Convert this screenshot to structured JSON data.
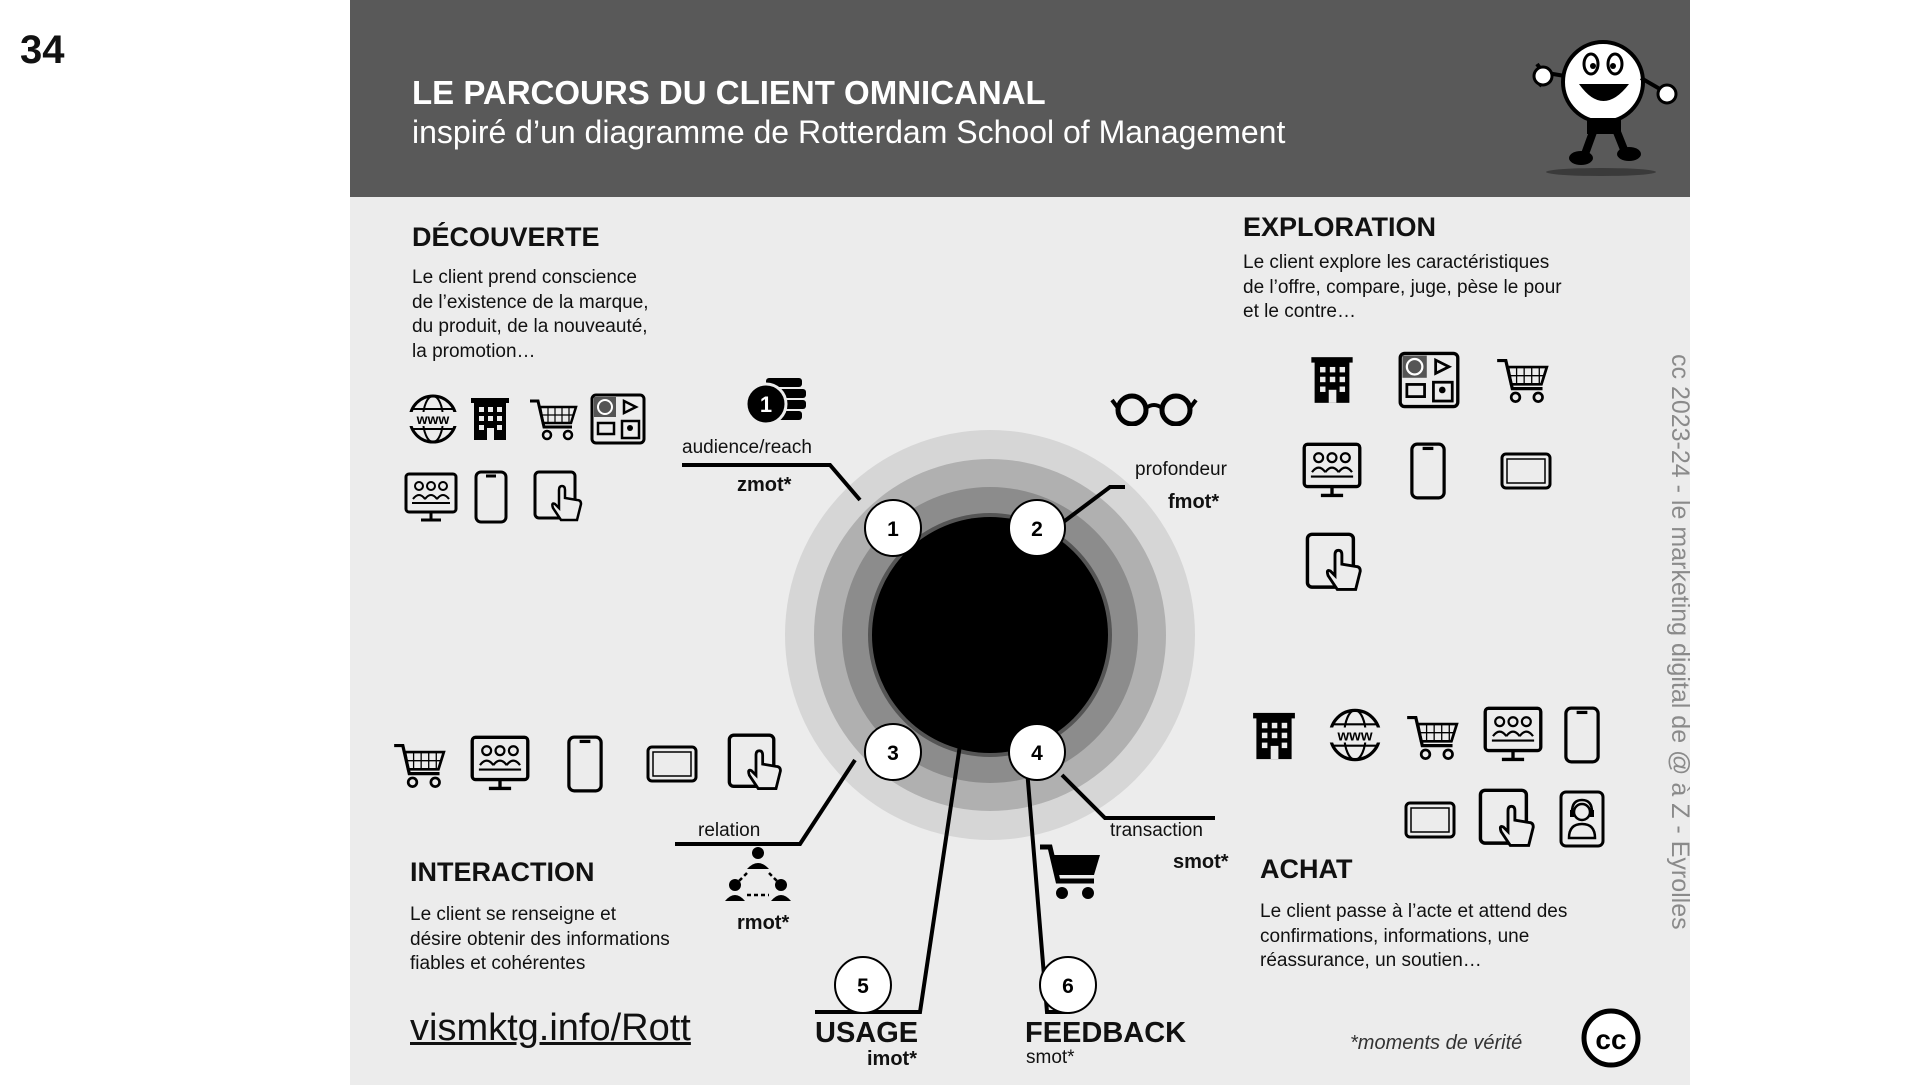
{
  "slide_number": "34",
  "header": {
    "title": "LE PARCOURS DU CLIENT OMNICANAL",
    "subtitle": "inspiré d’un diagramme de Rotterdam School of Management"
  },
  "sections": {
    "decouverte": {
      "title": "DÉCOUVERTE",
      "lines": [
        "Le client prend conscience",
        "de l’existence de la marque,",
        "du produit, de la nouveauté,",
        "la promotion…"
      ]
    },
    "exploration": {
      "title": "EXPLORATION",
      "lines": [
        "Le client explore les caractéristiques",
        "de l’offre, compare, juge, pèse le pour",
        "et le contre…"
      ]
    },
    "interaction": {
      "title": "INTERACTION",
      "lines": [
        "Le client se renseigne et",
        "désire obtenir des informations",
        "fiables et cohérentes"
      ]
    },
    "achat": {
      "title": "ACHAT",
      "lines": [
        "Le client passe à l’acte et attend des",
        "confirmations, informations, une",
        "réassurance, un soutien…"
      ]
    }
  },
  "steps": [
    {
      "number": "1",
      "label": "audience/reach",
      "moment": "zmot*"
    },
    {
      "number": "2",
      "label": "profondeur",
      "moment": "fmot*"
    },
    {
      "number": "3",
      "label": "relation",
      "moment": "rmot*"
    },
    {
      "number": "4",
      "label": "transaction",
      "moment": "smot*"
    },
    {
      "number": "5",
      "label": "USAGE",
      "moment": "imot*"
    },
    {
      "number": "6",
      "label": "FEEDBACK",
      "moment": "smot*"
    }
  ],
  "icons": {
    "decouverte": [
      "globe-www-icon",
      "building-icon",
      "cart-icon",
      "multimedia-icon",
      "video-meeting-icon",
      "smartphone-icon",
      "tablet-touch-icon"
    ],
    "exploration": [
      "building-icon",
      "multimedia-icon",
      "cart-icon",
      "video-meeting-icon",
      "smartphone-icon",
      "tablet-icon",
      "tablet-touch-icon"
    ],
    "interaction": [
      "cart-icon",
      "video-meeting-icon",
      "smartphone-icon",
      "tablet-icon",
      "tablet-touch-icon"
    ],
    "achat": [
      "building-icon",
      "globe-www-icon",
      "cart-icon",
      "video-meeting-icon",
      "smartphone-icon",
      "tablet-icon",
      "tablet-touch-icon",
      "support-agent-icon"
    ]
  },
  "www_text": "www",
  "footer": {
    "url": "vismktg.info/Rott",
    "footnote": "*moments de vérité",
    "license_text": "cc",
    "vertical_credit": "cc 2023-24 - le marketing digital de @ à Z - Eyrolles"
  },
  "colors": {
    "header_bg": "#595959",
    "panel_bg": "#ececec",
    "ring_outer": "#d6d6d6",
    "ring_2": "#b0b0b0",
    "ring_3": "#8c8c8c",
    "ring_4": "#555555",
    "core": "#000000"
  }
}
